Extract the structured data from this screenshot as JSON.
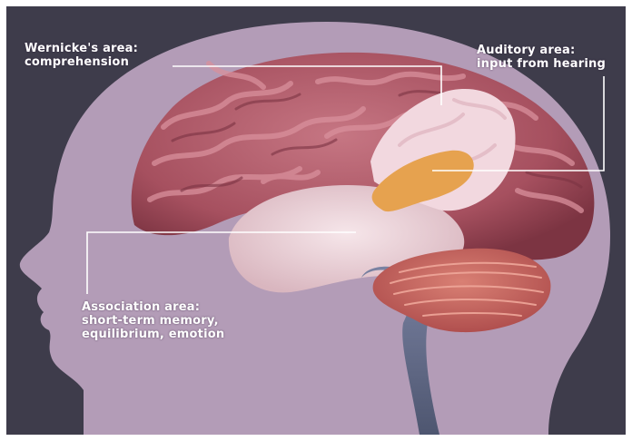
{
  "colors": {
    "background": "#3e3c4b",
    "head": "#b39cb7",
    "cerebrum": "#a6505f",
    "temporal_lobe": "#ead1d6",
    "auditory_area": "#f2d8df",
    "wernicke_highlight": "#e6a24f",
    "cerebellum": "#c9675e",
    "brainstem": "#626b84",
    "leader_line": "#ffffff",
    "label_text": "#ffffff"
  },
  "labels": {
    "wernicke": {
      "line1": "Wernicke's area:",
      "line2": "comprehension"
    },
    "auditory": {
      "line1": "Auditory area:",
      "line2": "input from hearing"
    },
    "association": {
      "line1": "Association area:",
      "line2": "short-term memory,",
      "line3": "equilibrium, emotion"
    }
  }
}
